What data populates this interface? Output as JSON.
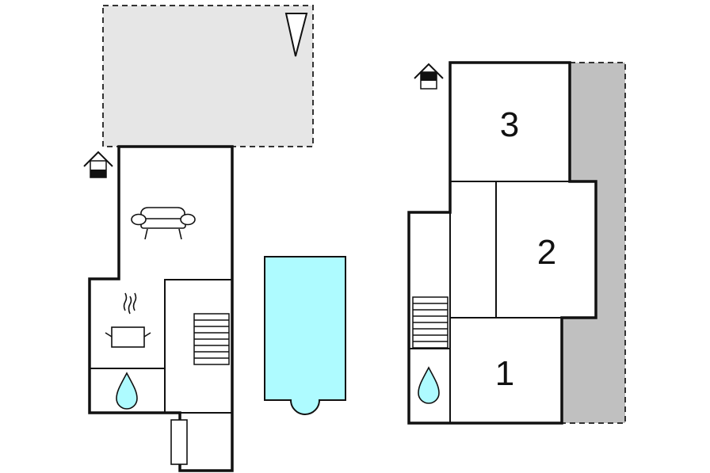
{
  "floorplan": {
    "rooms": [
      {
        "id": "room-3",
        "label": "3"
      },
      {
        "id": "room-2",
        "label": "2"
      },
      {
        "id": "room-1",
        "label": "1"
      }
    ],
    "icons": [
      "north-arrow-icon",
      "house-floor-icon",
      "sofa-icon",
      "cooking-pot-icon",
      "water-drop-icon",
      "stairs-icon",
      "bathtub-icon",
      "pool-icon"
    ],
    "colors": {
      "walls": "#111111",
      "terrace": "#e6e6e6",
      "balcony": "#c0c0c0",
      "pool": "#aefbff"
    }
  }
}
